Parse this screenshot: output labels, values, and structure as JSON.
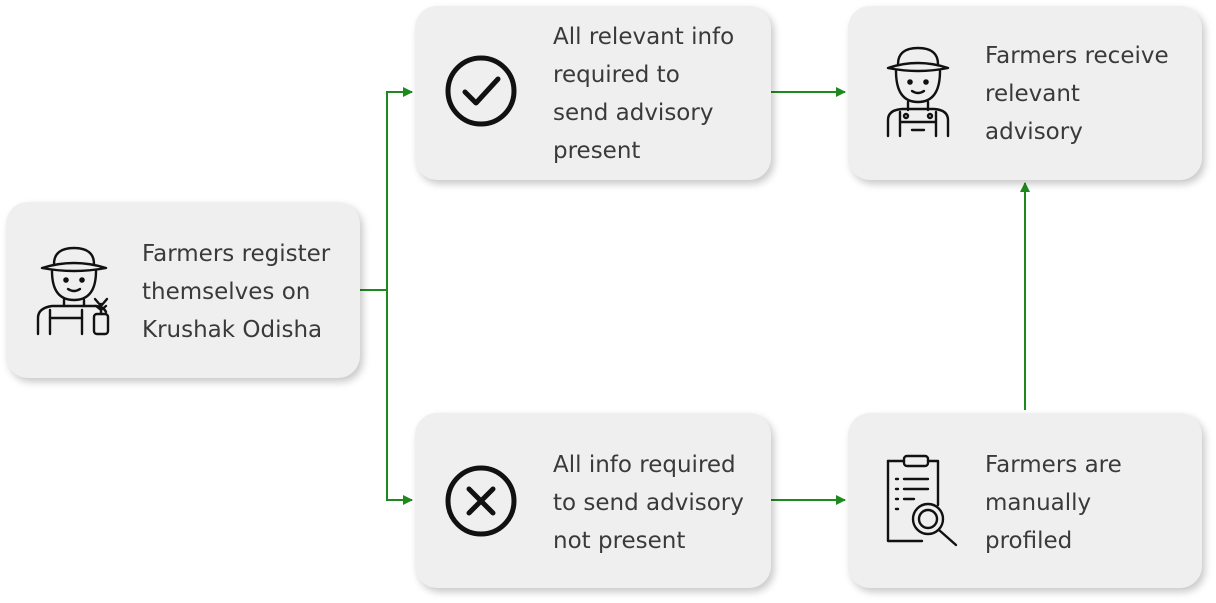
{
  "colors": {
    "card_bg": "#efefef",
    "arrow": "#1e8a1e",
    "text": "#3a3a3a",
    "icon_stroke": "#111111"
  },
  "nodes": {
    "register": {
      "text": "Farmers register\nthemselves on\nKrushak Odisha",
      "icon": "farmer-with-plant-icon"
    },
    "info_present": {
      "text": "All relevant info\nrequired to\nsend advisory\npresent",
      "icon": "check-circle-icon"
    },
    "receive": {
      "text": "Farmers receive\nrelevant\nadvisory",
      "icon": "farmer-icon"
    },
    "info_missing": {
      "text": "All info required\nto send advisory\nnot present",
      "icon": "x-circle-icon"
    },
    "profiled": {
      "text": "Farmers are\nmanually\nprofiled",
      "icon": "document-search-icon"
    }
  }
}
